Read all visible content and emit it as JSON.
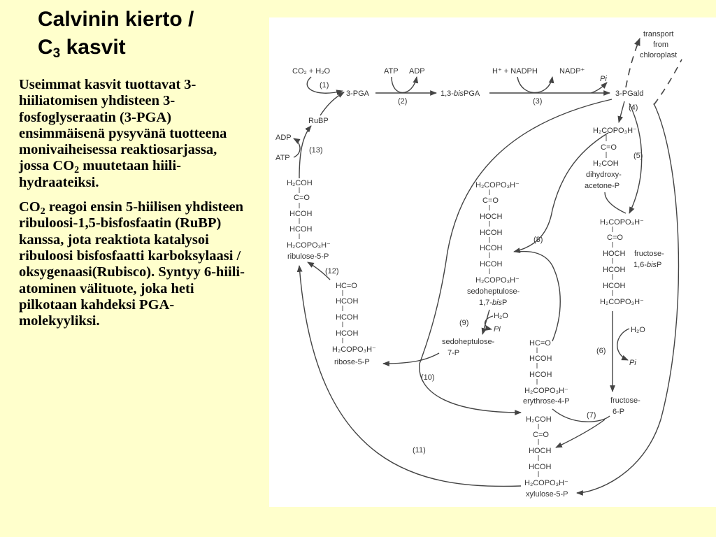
{
  "slide": {
    "title_line1": "Calvinin kierto /",
    "title_line2_prefix": "C",
    "title_line2_sub": "3",
    "title_line2_suffix": " kasvit",
    "p1_a": "Useimmat kasvit tuottavat 3-hiiliatomisen yhdisteen 3-fosfoglyseraatin (3-PGA) ensimmäisenä pysyvänä tuotteena monivaiheisessa reaktiosarjassa, jossa CO",
    "p1_sub": "2",
    "p1_b": " muutetaan hiili-hydraateiksi.",
    "p2_a": "CO",
    "p2_sub": "2",
    "p2_b": " reagoi ensin 5-hiilisen yhdisteen ribuloosi-1,5-bisfosfaatin (RuBP) kanssa, jota reaktiota katalysoi ribuloosi bisfosfaatti karboksylaasi  / oksygenaasi(Rubisco). Syntyy 6-hiili-atominen välituote, joka heti pilkotaan kahdeksi PGA-molekyyliksi."
  },
  "diagram": {
    "top": {
      "co2_h2o": "CO₂ + H₂O",
      "atp": "ATP",
      "adp": "ADP",
      "h_plus": "H⁺ + NADPH",
      "nadp": "NADP⁺",
      "pi": "Pi",
      "pga": "3-PGA",
      "bispga_a": "1,3-",
      "bispga_b": "bis",
      "bispga_c": "PGA",
      "pgald": "3-PGald",
      "transport1": "transport",
      "transport2": "from",
      "transport3": "chloroplast",
      "rubp": "RuBP",
      "adp_left": "ADP",
      "atp_left": "ATP"
    },
    "steps": [
      "(1)",
      "(2)",
      "(3)",
      "(4)",
      "(5)",
      "(6)",
      "(7)",
      "(8)",
      "(9)",
      "(10)",
      "(11)",
      "(12)",
      "(13)"
    ],
    "chem": {
      "h2copo3h": "H₂COPO₃H⁻",
      "h2coh": "H₂COH",
      "c_o": "C=O",
      "hc_o": "HC=O",
      "hcoh": "HCOH",
      "hoch": "HOCH",
      "h2o": "H₂O",
      "pi": "Pi"
    },
    "names": {
      "dhap1": "dihydroxy-",
      "dhap2": "acetone-P",
      "fbp1": "fructose-",
      "fbp2_a": "1,6-",
      "fbp2_b": "bis",
      "fbp2_c": "P",
      "sbp1": "sedoheptulose-",
      "sbp2_a": "1,7-",
      "sbp2_b": "bis",
      "sbp2_c": "P",
      "s7p1": "sedoheptulose-",
      "s7p2": "7-P",
      "e4p": "erythrose-4-P",
      "f6p1": "fructose-",
      "f6p2": "6-P",
      "x5p": "xylulose-5-P",
      "r5p": "ribose-5-P",
      "ru5p": "ribulose-5-P"
    }
  }
}
